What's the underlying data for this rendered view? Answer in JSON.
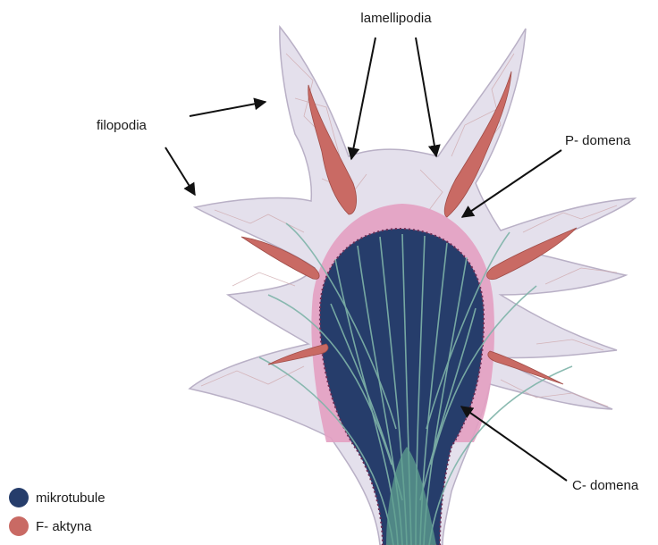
{
  "labels": {
    "lamellipodia": "lamellipodia",
    "filopodia": "filopodia",
    "p_domena": "P- domena",
    "c_domena": "C- domena"
  },
  "legend": [
    {
      "label": "mikrotubule",
      "color": "#263d6b"
    },
    {
      "label": "F- aktyna",
      "color": "#c96a64"
    }
  ],
  "colors": {
    "cell_fill": "#e4e0ec",
    "cell_outline": "#b9b0c6",
    "p_domain": "#e3a0c2",
    "c_domain": "#263d6b",
    "microtubule": "#7fb4a9",
    "actin": "#c96a64"
  }
}
